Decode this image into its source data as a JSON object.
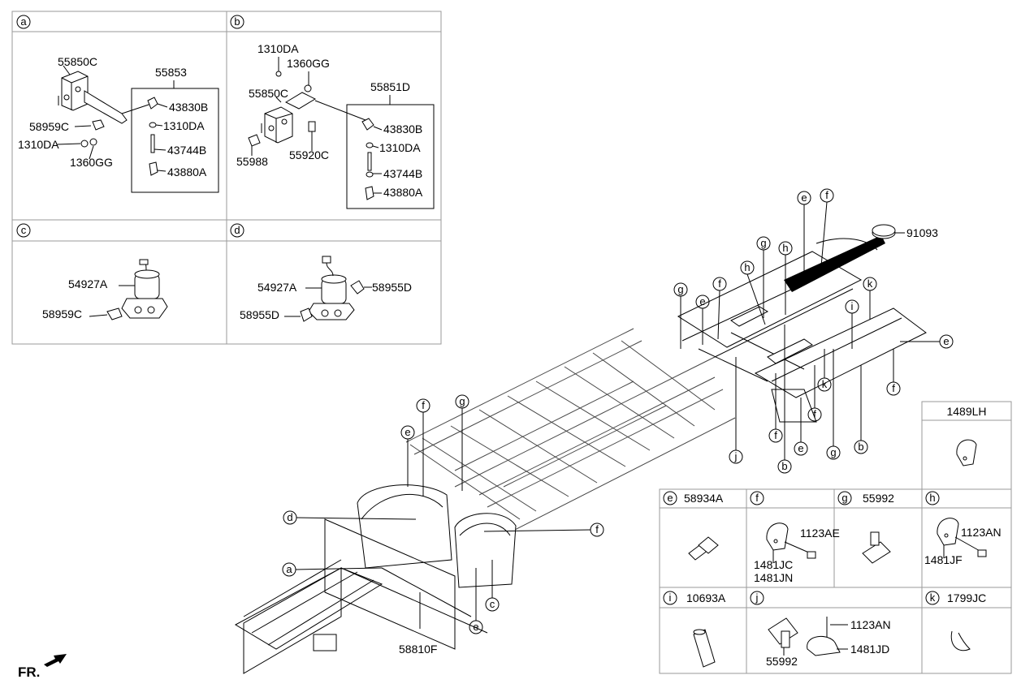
{
  "panels": {
    "a": {
      "key": "a",
      "labels": {
        "bracket": "55850C",
        "kit": "55853",
        "p1": "43830B",
        "p2": "1310DA",
        "p3": "43744B",
        "p4": "43880A",
        "clip": "58959C",
        "nut": "1310DA",
        "washer": "1360GG"
      }
    },
    "b": {
      "key": "b",
      "labels": {
        "nut": "1310DA",
        "washer": "1360GG",
        "bracket": "55850C",
        "kit": "55851D",
        "p1": "43830B",
        "p2": "1310DA",
        "p3": "43744B",
        "p4": "43880A",
        "elbow": "55988",
        "bolt": "55920C"
      }
    },
    "c": {
      "key": "c",
      "labels": {
        "valve": "54927A",
        "clip": "58959C"
      }
    },
    "d": {
      "key": "d",
      "labels": {
        "valve": "54927A",
        "fit1": "58955D",
        "fit2": "58955D"
      }
    }
  },
  "legend": {
    "lh": {
      "code": "1489LH"
    },
    "e": {
      "key": "e",
      "code": "58934A"
    },
    "f": {
      "key": "f",
      "code": "",
      "a": "1123AE",
      "b": "1481JC",
      "c": "1481JN"
    },
    "g": {
      "key": "g",
      "code": "55992"
    },
    "h": {
      "key": "h",
      "code": "",
      "a": "1123AN",
      "b": "1481JF"
    },
    "i": {
      "key": "i",
      "code": "10693A"
    },
    "j": {
      "key": "j",
      "code": "",
      "a": "1123AN",
      "b": "55992",
      "c": "1481JD"
    },
    "k": {
      "key": "k",
      "code": "1799JC"
    }
  },
  "main": {
    "cap": "91093",
    "bottom": "58810F",
    "front": "FR.",
    "callouts": {
      "g1": "g",
      "e1": "e",
      "f1": "f",
      "h1": "h",
      "g2": "g",
      "h2": "h",
      "e2": "e",
      "f2": "f",
      "k1": "k",
      "i1": "i",
      "e3": "e",
      "f3": "f",
      "j1": "j",
      "f4": "f",
      "b1": "b",
      "e4": "e",
      "g3": "g",
      "b2": "b",
      "k2": "k",
      "f5": "f",
      "f6": "f",
      "g4": "g",
      "e5": "e",
      "d1": "d",
      "a1": "a",
      "f7": "f",
      "c1": "c",
      "e6": "e"
    }
  }
}
